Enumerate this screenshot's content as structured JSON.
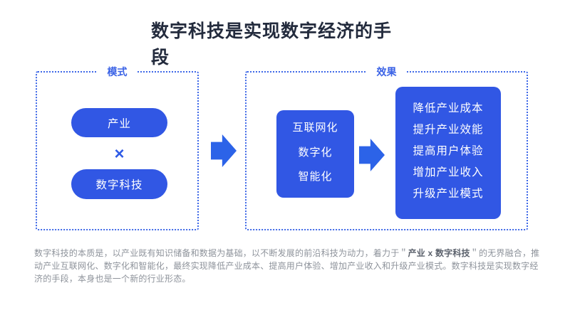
{
  "title": "数字科技是实现数字经济的手段",
  "colors": {
    "primary_blue": "#3157e4",
    "arrow_blue": "#2c63e8",
    "dotted_border": "#3e68e7",
    "label_blue": "#3b63e6",
    "title_text": "#232b3d",
    "paragraph_text": "#8e939b",
    "background": "#ffffff"
  },
  "mode_box": {
    "label": "模式",
    "pill_top": "产业",
    "operator": "×",
    "pill_bottom": "数字科技"
  },
  "effect_box": {
    "label": "效果",
    "middle_items": [
      "互联网化",
      "数字化",
      "智能化"
    ],
    "result_items": [
      "降低产业成本",
      "提升产业效能",
      "提高用户体验",
      "增加产业收入",
      "升级产业模式"
    ]
  },
  "paragraph": {
    "part1": "数字科技的本质是，以产业既有知识储备和数据为基础，以不断发展的前沿科技为动力，着力于＂",
    "bold": "产业 x 数字科技",
    "part2": "＂的无界融合，推动产业互联网化、数字化和智能化，最终实现降低产业成本、提高用户体验、增加产业收入和升级产业模式。数字科技是实现数字经济的手段，本身也是一个新的行业形态。"
  }
}
